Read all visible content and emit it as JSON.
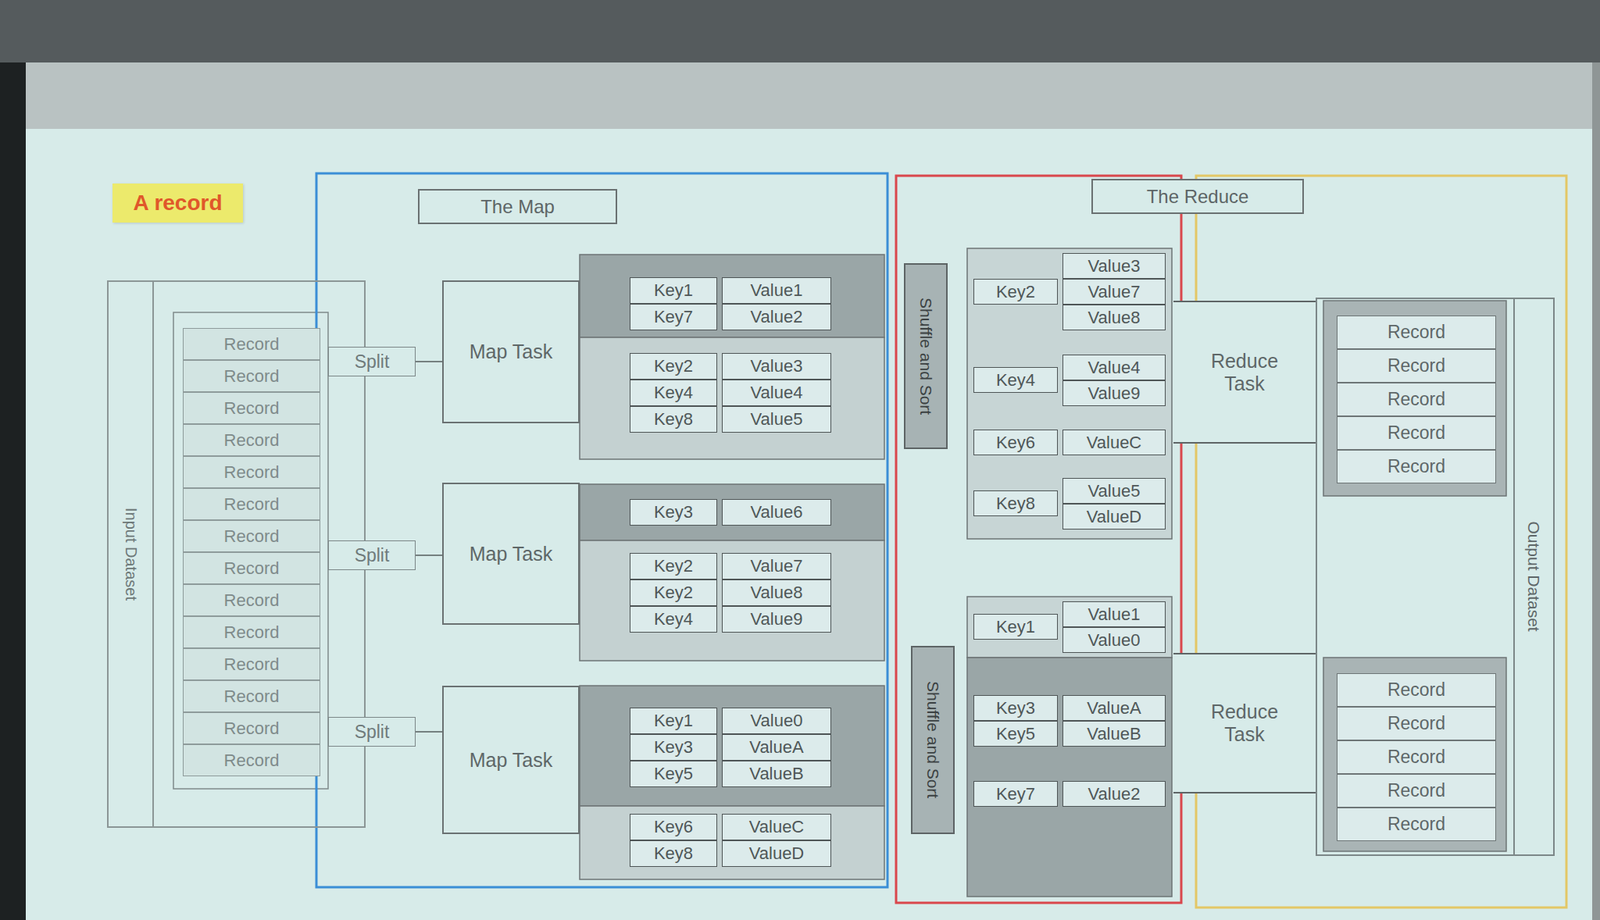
{
  "diagram": {
    "nodes": [
      {
        "text": [
          "A record"
        ]
      },
      {
        "text": [
          "The Map"
        ]
      },
      {
        "text": [
          "The Reduce"
        ]
      },
      {
        "text": [
          "Input Dataset"
        ]
      },
      {
        "text": [
          "Record"
        ],
        "in": 3
      },
      {
        "text": [
          "Record"
        ],
        "in": 3
      },
      {
        "text": [
          "Record"
        ],
        "in": 3
      },
      {
        "text": [
          "Record"
        ],
        "in": 3
      },
      {
        "text": [
          "Record"
        ],
        "in": 3
      },
      {
        "text": [
          "Record"
        ],
        "in": 3
      },
      {
        "text": [
          "Record"
        ],
        "in": 3
      },
      {
        "text": [
          "Record"
        ],
        "in": 3
      },
      {
        "text": [
          "Record"
        ],
        "in": 3
      },
      {
        "text": [
          "Record"
        ],
        "in": 3
      },
      {
        "text": [
          "Record"
        ],
        "in": 3
      },
      {
        "text": [
          "Record"
        ],
        "in": 3
      },
      {
        "text": [
          "Record"
        ],
        "in": 3
      },
      {
        "text": [
          "Record"
        ],
        "in": 3
      },
      {
        "text": [
          "Split"
        ]
      },
      {
        "text": [
          "Map Task"
        ]
      },
      {
        "text": [
          "Split"
        ]
      },
      {
        "text": [
          "Map Task"
        ]
      },
      {
        "text": [
          "Split"
        ]
      },
      {
        "text": [
          "Map Task"
        ]
      },
      {
        "text": [
          "Key1"
        ]
      },
      {
        "text": [
          "Value1"
        ]
      },
      {
        "text": [
          "Key7"
        ]
      },
      {
        "text": [
          "Value2"
        ]
      },
      {
        "text": [
          "Key2"
        ]
      },
      {
        "text": [
          "Value3"
        ]
      },
      {
        "text": [
          "Key4"
        ]
      },
      {
        "text": [
          "Value4"
        ]
      },
      {
        "text": [
          "Key8"
        ]
      },
      {
        "text": [
          "Value5"
        ]
      },
      {
        "text": [
          "Key3"
        ]
      },
      {
        "text": [
          "Value6"
        ]
      },
      {
        "text": [
          "Key2"
        ]
      },
      {
        "text": [
          "Value7"
        ]
      },
      {
        "text": [
          "Key2"
        ]
      },
      {
        "text": [
          "Value8"
        ]
      },
      {
        "text": [
          "Key4"
        ]
      },
      {
        "text": [
          "Value9"
        ]
      },
      {
        "text": [
          "Key1"
        ]
      },
      {
        "text": [
          "Value0"
        ]
      },
      {
        "text": [
          "Key3"
        ]
      },
      {
        "text": [
          "ValueA"
        ]
      },
      {
        "text": [
          "Key5"
        ]
      },
      {
        "text": [
          "ValueB"
        ]
      },
      {
        "text": [
          "Key6"
        ]
      },
      {
        "text": [
          "ValueC"
        ]
      },
      {
        "text": [
          "Key8"
        ]
      },
      {
        "text": [
          "ValueD"
        ]
      },
      {
        "text": [
          "Shuffle and Sort"
        ]
      },
      {
        "text": [
          "Shuffle and Sort"
        ]
      },
      {
        "text": [
          "Key2"
        ]
      },
      {
        "text": [
          "Value3"
        ]
      },
      {
        "text": [
          "Value7"
        ]
      },
      {
        "text": [
          "Value8"
        ]
      },
      {
        "text": [
          "Key4"
        ]
      },
      {
        "text": [
          "Value4"
        ]
      },
      {
        "text": [
          "Value9"
        ]
      },
      {
        "text": [
          "Key6"
        ]
      },
      {
        "text": [
          "ValueC"
        ]
      },
      {
        "text": [
          "Key8"
        ]
      },
      {
        "text": [
          "Value5"
        ]
      },
      {
        "text": [
          "ValueD"
        ]
      },
      {
        "text": [
          "Key1"
        ]
      },
      {
        "text": [
          "Value1"
        ]
      },
      {
        "text": [
          "Value0"
        ]
      },
      {
        "text": [
          "Key3"
        ]
      },
      {
        "text": [
          "ValueA"
        ]
      },
      {
        "text": [
          "Key5"
        ]
      },
      {
        "text": [
          "ValueB"
        ]
      },
      {
        "text": [
          "Key7"
        ]
      },
      {
        "text": [
          "Value2"
        ]
      },
      {
        "text": [
          "Reduce Task"
        ]
      },
      {
        "text": [
          "Reduce Task"
        ]
      },
      {
        "text": [
          "Output Dataset"
        ]
      },
      {
        "text": [
          "Record"
        ],
        "in": 77
      },
      {
        "text": [
          "Record"
        ],
        "in": 77
      },
      {
        "text": [
          "Record"
        ],
        "in": 77
      },
      {
        "text": [
          "Record"
        ],
        "in": 77
      },
      {
        "text": [
          "Record"
        ],
        "in": 77
      },
      {
        "text": [
          "Record"
        ],
        "in": 77
      },
      {
        "text": [
          "Record"
        ],
        "in": 77
      },
      {
        "text": [
          "Record"
        ],
        "in": 77
      },
      {
        "text": [
          "Record"
        ],
        "in": 77
      },
      {
        "text": [
          "Record"
        ],
        "in": 77
      }
    ],
    "edges": [
      {
        "from": 18,
        "to": 19,
        "arrow": "none"
      },
      {
        "from": 20,
        "to": 21,
        "arrow": "none"
      },
      {
        "from": 22,
        "to": 23,
        "arrow": "none"
      }
    ]
  }
}
